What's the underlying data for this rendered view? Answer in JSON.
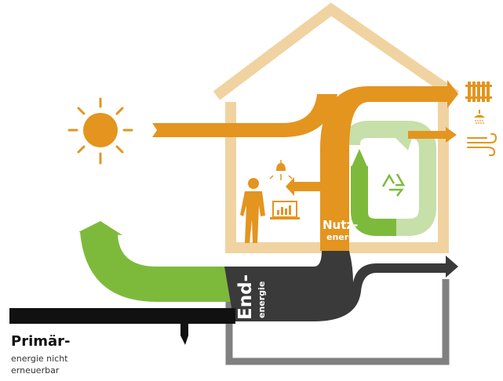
{
  "labels": {
    "end_main": "End-",
    "end_sub": "energie",
    "nutz_main": "Nutz-",
    "nutz_sub": "energie",
    "primaer_main": "Primär-",
    "primaer_sub_line1": "energie nicht",
    "primaer_sub_line2": "erneuerbar"
  },
  "icons": {
    "sun": "sun-icon",
    "lamp": "lamp-icon",
    "person": "person-icon",
    "monitor": "laptop-chart-icon",
    "recycle": "recycle-icon",
    "radiator": "radiator-icon",
    "shower": "shower-icon",
    "wind": "wind-icon"
  },
  "colors": {
    "house_outline": "#f0d3a1",
    "useful_energy": "#e3951f",
    "renewable": "#7dba3c",
    "renewable_light": "#c7dfa8",
    "final_energy": "#3a3a3a",
    "primary_energy": "#111111",
    "basement": "#7f7f7f"
  }
}
